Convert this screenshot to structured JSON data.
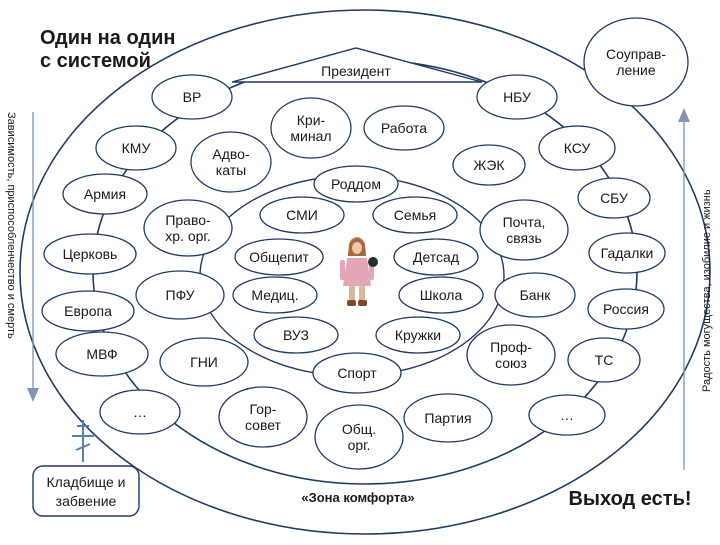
{
  "title": [
    "Один на один",
    "с системой"
  ],
  "president": "Президент",
  "side_left": "Зависимость, приспособленчество и смерть",
  "side_right": "Радость могущества, изобилие и жизнь",
  "comfort_zone": "«Зона комфорта»",
  "exit": "Выход есть!",
  "cemetery": [
    "Кладбище и",
    "забвение"
  ],
  "cross_icon": "orthodox-cross-icon",
  "child_figure": "girl-figurine",
  "nodes": [
    {
      "id": "soupravlenie",
      "lines": [
        "Соуправ-",
        "ление"
      ]
    },
    {
      "id": "vr",
      "lines": [
        "ВР"
      ]
    },
    {
      "id": "nbu",
      "lines": [
        "НБУ"
      ]
    },
    {
      "id": "kriminal",
      "lines": [
        "Кри-",
        "минал"
      ]
    },
    {
      "id": "rabota",
      "lines": [
        "Работа"
      ]
    },
    {
      "id": "kmu",
      "lines": [
        "КМУ"
      ]
    },
    {
      "id": "advokaty",
      "lines": [
        "Адво-",
        "каты"
      ]
    },
    {
      "id": "ksu",
      "lines": [
        "КСУ"
      ]
    },
    {
      "id": "zhek",
      "lines": [
        "ЖЭК"
      ]
    },
    {
      "id": "roddom",
      "lines": [
        "Роддом"
      ]
    },
    {
      "id": "armiya",
      "lines": [
        "Армия"
      ]
    },
    {
      "id": "sbu",
      "lines": [
        "СБУ"
      ]
    },
    {
      "id": "pravookhr",
      "lines": [
        "Право-",
        "хр. орг."
      ]
    },
    {
      "id": "smi",
      "lines": [
        "СМИ"
      ]
    },
    {
      "id": "semya",
      "lines": [
        "Семья"
      ]
    },
    {
      "id": "pochta",
      "lines": [
        "Почта,",
        "связь"
      ]
    },
    {
      "id": "tserkov",
      "lines": [
        "Церковь"
      ]
    },
    {
      "id": "obshchepit",
      "lines": [
        "Общепит"
      ]
    },
    {
      "id": "detsad",
      "lines": [
        "Детсад"
      ]
    },
    {
      "id": "gadalki",
      "lines": [
        "Гадалки"
      ]
    },
    {
      "id": "pfu",
      "lines": [
        "ПФУ"
      ]
    },
    {
      "id": "medits",
      "lines": [
        "Медиц."
      ]
    },
    {
      "id": "shkola",
      "lines": [
        "Школа"
      ]
    },
    {
      "id": "bank",
      "lines": [
        "Банк"
      ]
    },
    {
      "id": "evropa",
      "lines": [
        "Европа"
      ]
    },
    {
      "id": "rossiya",
      "lines": [
        "Россия"
      ]
    },
    {
      "id": "vuz",
      "lines": [
        "ВУЗ"
      ]
    },
    {
      "id": "kruzhki",
      "lines": [
        "Кружки"
      ]
    },
    {
      "id": "mvf",
      "lines": [
        "МВФ"
      ]
    },
    {
      "id": "gni",
      "lines": [
        "ГНИ"
      ]
    },
    {
      "id": "sport",
      "lines": [
        "Спорт"
      ]
    },
    {
      "id": "profsoyuz",
      "lines": [
        "Проф-",
        "союз"
      ]
    },
    {
      "id": "ts",
      "lines": [
        "ТС"
      ]
    },
    {
      "id": "ellipsis-left",
      "lines": [
        "…"
      ]
    },
    {
      "id": "gorsovet",
      "lines": [
        "Гор-",
        "совет"
      ]
    },
    {
      "id": "obshch-org",
      "lines": [
        "Общ.",
        "орг."
      ]
    },
    {
      "id": "partiya",
      "lines": [
        "Партия"
      ]
    },
    {
      "id": "ellipsis-right",
      "lines": [
        "…"
      ]
    }
  ]
}
